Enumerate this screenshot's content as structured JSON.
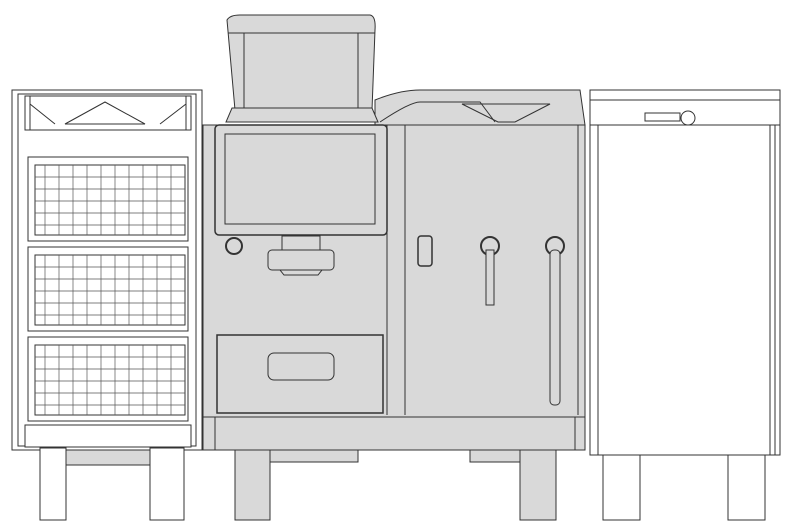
{
  "drawing": {
    "subject": "",
    "colors": {
      "body_fill": "#d9d9d9",
      "cabinet_fill": "#ffffff",
      "line": "#333333"
    },
    "components": [
      "left-cup-cabinet",
      "coffee-machine",
      "right-side-unit"
    ]
  }
}
